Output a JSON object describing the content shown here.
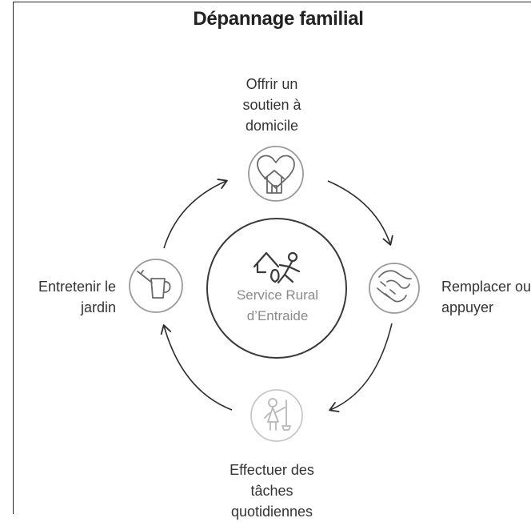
{
  "title": "Dépannage familial",
  "center": {
    "label": "Service Rural\nd’Entraide",
    "icon": "house-person-icon"
  },
  "nodes": [
    {
      "id": "top",
      "label": "Offrir un\nsoutien à\ndomicile",
      "icon": "heart-house-icon"
    },
    {
      "id": "right",
      "label": "Remplacer ou\nappuyer",
      "icon": "handshake-icon"
    },
    {
      "id": "bottom",
      "label": "Effectuer des\ntâches\nquotidiennes",
      "icon": "cleaning-person-icon"
    },
    {
      "id": "left",
      "label": "Entretenir le\njardin",
      "icon": "watering-can-icon"
    }
  ]
}
